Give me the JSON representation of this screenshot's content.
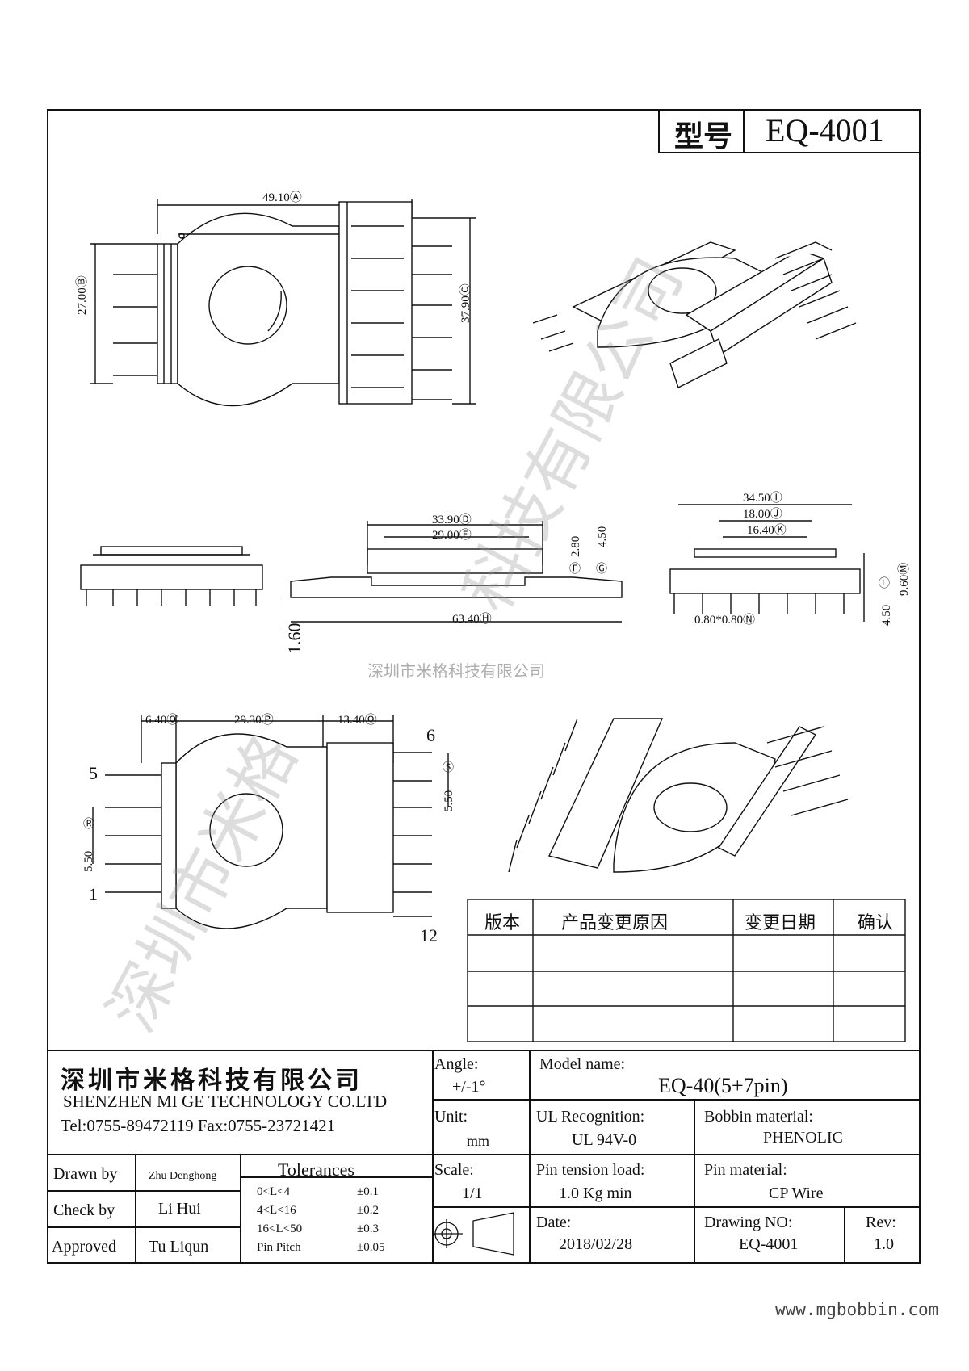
{
  "header": {
    "model_label": "型号",
    "model_value": "EQ-4001"
  },
  "dimensions": {
    "A": "49.10Ⓐ",
    "B": "27.00Ⓑ",
    "C": "37.90Ⓒ",
    "D": "33.90Ⓓ",
    "E": "29.00Ⓔ",
    "F": "Ⓕ",
    "G": "Ⓖ",
    "f_val": "2.80",
    "g_val": "4.50",
    "H": "63.40Ⓗ",
    "h_left": "1.60",
    "I": "34.50Ⓘ",
    "J": "18.00Ⓙ",
    "K": "16.40Ⓚ",
    "M": "9.60Ⓜ",
    "L": "Ⓛ",
    "l_val": "4.50",
    "N": "0.80*0.80Ⓝ",
    "O": "6.40Ⓞ",
    "P": "29.30Ⓟ",
    "Q": "13.40Ⓠ",
    "R": "Ⓡ",
    "r_val": "5.50",
    "S": "Ⓢ",
    "s_val": "5.50"
  },
  "pins": {
    "p5": "5",
    "p1": "1",
    "p6": "6",
    "p12": "12"
  },
  "watermark": {
    "center": "深圳市米格科技有限公司",
    "large_1": "深圳市米格",
    "large_2": "科技有限公司"
  },
  "revision_table": {
    "headers": [
      "版本",
      "产品变更原因",
      "变更日期",
      "确认"
    ]
  },
  "company": {
    "name_cn": "深圳市米格科技有限公司",
    "name_en": "SHENZHEN  MI GE TECHNOLOGY  CO.LTD",
    "contact": "Tel:0755-89472119    Fax:0755-23721421"
  },
  "title_block": {
    "angle_label": "Angle:",
    "angle_value": "+/-1°",
    "model_name_label": "Model name:",
    "model_name_value": "EQ-40(5+7pin)",
    "unit_label": "Unit:",
    "unit_value": "mm",
    "ul_label": "UL Recognition:",
    "ul_value": "UL 94V-0",
    "bobbin_label": "Bobbin material:",
    "bobbin_value": "PHENOLIC",
    "scale_label": "Scale:",
    "scale_value": "1/1",
    "tension_label": "Pin tension load:",
    "tension_value": "1.0 Kg min",
    "pin_mat_label": "Pin material:",
    "pin_mat_value": "CP Wire",
    "date_label": "Date:",
    "date_value": "2018/02/28",
    "drawing_no_label": "Drawing NO:",
    "drawing_no_value": "EQ-4001",
    "rev_label": "Rev:",
    "rev_value": "1.0",
    "drawn_label": "Drawn by",
    "drawn_value": "Zhu Denghong",
    "check_label": "Check by",
    "check_value": "Li Hui",
    "approved_label": "Approved",
    "approved_value": "Tu Liqun",
    "tolerances_label": "Tolerances",
    "tolerances": [
      {
        "range": "0<L<4",
        "tol": "±0.1"
      },
      {
        "range": "4<L<16",
        "tol": "±0.2"
      },
      {
        "range": "16<L<50",
        "tol": "±0.3"
      },
      {
        "range": "Pin Pitch",
        "tol": "±0.05"
      }
    ]
  },
  "footer": {
    "website": "www.mgbobbin.com"
  }
}
